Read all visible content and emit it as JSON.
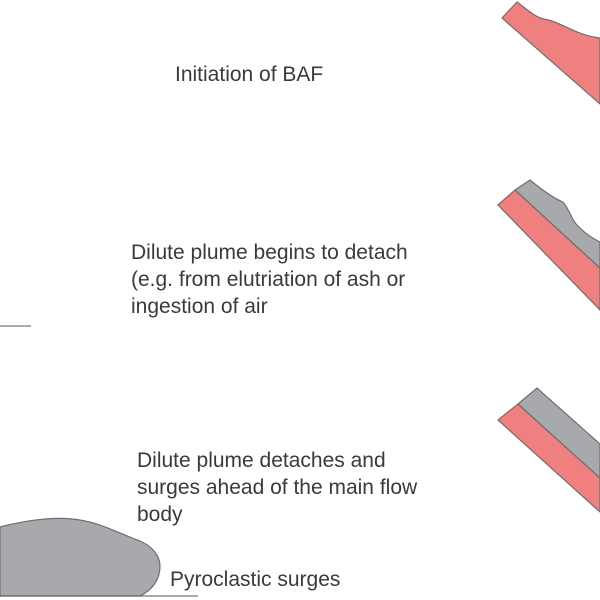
{
  "diagram": {
    "colors": {
      "dense_flow": "#f08080",
      "dilute_plume": "#a7a9ac",
      "outline": "#6d6e71",
      "text": "#3a3a3a",
      "ground_line": "#555555"
    },
    "stages": [
      {
        "id": "initiation",
        "lines": [
          "Initiation of BAF"
        ]
      },
      {
        "id": "plume-begins-detach",
        "lines": [
          "Dilute plume begins to detach",
          "(e.g. from elutriation of ash or",
          "ingestion of air"
        ]
      },
      {
        "id": "plume-detaches",
        "lines": [
          "Dilute plume detaches and",
          "surges ahead of the main flow",
          "body"
        ]
      },
      {
        "id": "pyroclastic-surges",
        "lines": [
          "Pyroclastic surges"
        ]
      }
    ]
  }
}
